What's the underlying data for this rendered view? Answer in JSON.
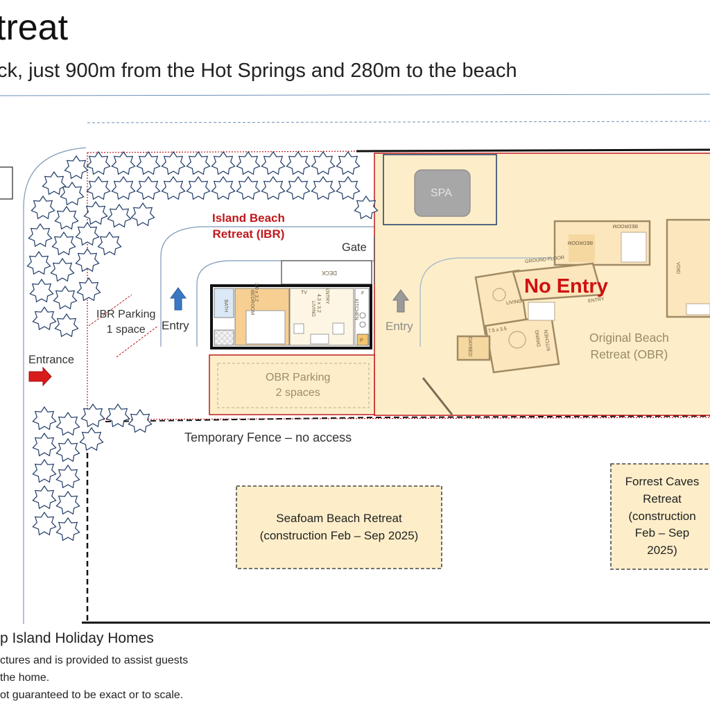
{
  "header": {
    "title": "treat",
    "subtitle": "ck, just 900m from the Hot Springs and 280m to the beach"
  },
  "map": {
    "entrance_label": "Entrance",
    "ibr_name_line1": "Island Beach",
    "ibr_name_line2": "Retreat (IBR)",
    "gate_label": "Gate",
    "ibr_entry_label": "Entry",
    "obr_entry_label": "Entry",
    "ibr_parking_line1": "IBR Parking",
    "ibr_parking_line2": "1 space",
    "obr_parking_line1": "OBR Parking",
    "obr_parking_line2": "2 spaces",
    "spa_label": "SPA",
    "no_entry_label": "No Entry",
    "obr_name_line1": "Original Beach",
    "obr_name_line2": "Retreat (OBR)",
    "fence_label": "Temporary Fence – no access",
    "seafoam_line1": "Seafoam Beach Retreat",
    "seafoam_line2": "(construction Feb – Sep 2025)",
    "forrest_line1": "Forrest Caves",
    "forrest_line2": "Retreat",
    "forrest_line3": "(construction",
    "forrest_line4": "Feb – Sep",
    "forrest_line5": "2025)",
    "ibr_plan": {
      "deck": "DECK",
      "bedroom": "BEDROOM",
      "bedroom_dim": "3.0 x 3.2",
      "living": "LIVING",
      "living_dim": "4.3 x 3.2",
      "entry": "ENTRY",
      "kitchen": "KITCHEN",
      "bath": "BATH",
      "tv": "TV",
      "f": "F",
      "p": "P"
    },
    "obr_plan": {
      "bedroom_a": "BEDROOM",
      "bedroom_b": "BEDROOM",
      "ground_floor": "GROUND FLOOR",
      "living": "LIVING",
      "entry": "ENTRY",
      "dining": "DINING",
      "kitchen": "KITCHEN",
      "daybed": "DAYBED",
      "void": "VOID",
      "dim": "7.5 x 3.5"
    },
    "colors": {
      "obr_fill": "#fdeec9",
      "parking_border": "#c0181c",
      "no_entry": "#d01010",
      "entry_arrow_ibr": "#3b78c4",
      "entry_arrow_obr": "#9a9a9a",
      "entrance_arrow": "#d81b1b",
      "construction_fill": "#fdeec9"
    }
  },
  "footer": {
    "brand_line": "p Island Holiday Homes",
    "note_line1": "ctures and is provided to assist guests",
    "note_line2": " the home.",
    "note_line3": "ot guaranteed to be exact or to scale."
  }
}
